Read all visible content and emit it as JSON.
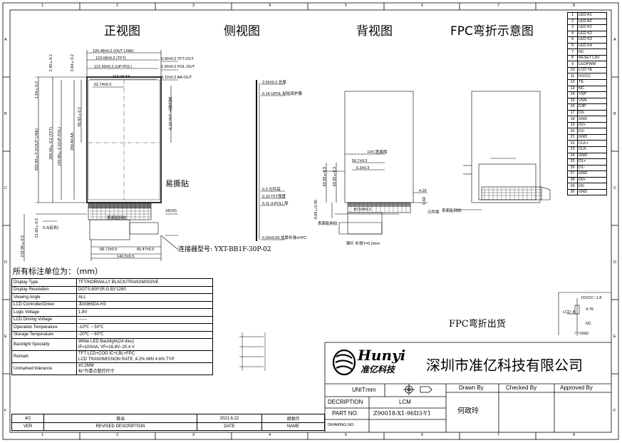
{
  "views": {
    "front_title": "正视图",
    "side_title": "侧视图",
    "back_title": "背视图",
    "fpc_title": "FPC弯折示意图"
  },
  "front_dims": {
    "top1": "125.48±0.2 (OUT LINE)",
    "top2": "123.68±0.2 (TFT)",
    "top3": "121.60±0.2 (UP-POL)",
    "top4": "119.28 AA",
    "top5": "62.74±0.2",
    "r1": "0.90±0.2 TFT-OUT",
    "r2": "1.90±0.2 POL-OUT",
    "r3": "3.10±0.2 AA-OUT",
    "r4": "0.23 TFT-上银边宽",
    "l1": "202.90±0.2(OUT LINE)",
    "l2": "200.00±0.2 (TFT)",
    "l3": "193.80±0.2(UP-POL)",
    "l4": "190.84 AA",
    "l5": "95.92±0.2",
    "lt1": "1.54±0.2",
    "lt2": "2.45±0.2",
    "lt3": "3.64±0.2",
    "peel": "易撕贴",
    "surface": "表面贴网纹",
    "b1": "68.72±0.5",
    "b2": "65.47±0.5",
    "b3": "140.5±0.5",
    "b4": "219.90±0.5",
    "b5": "21.60±0.5",
    "b6": "0.3(反折)",
    "b7": "18(±0)",
    "connector": "连接器型号: YXT-BB1F-30P-02"
  },
  "side_dims": {
    "s1": "2.50±0.2 总厚",
    "s2": "0.14 UPOL 粘贴保护膜",
    "s3": "0.3 元件高",
    "s4": "0.10 TFT厚度",
    "s5": "0.11 (LPOL) 厚",
    "s6": "0.30±0.05 加厚补强+FPC"
  },
  "back_dims": {
    "d1": "FPC宽面厚",
    "d2": "56.7±0.3",
    "d3": "6.3±0.3",
    "d4": "63.59±0.3",
    "d5": "63.50±0.3",
    "d6": "0.09±0.05",
    "d7": "±0.50±0.3",
    "d8": "4.29",
    "d9": "元件面",
    "d10": "表面贴网纹",
    "d11": "钢片 补强T=0.2mm",
    "d12": "0.60"
  },
  "fpc_dims": {
    "f1": "表面贴网纹",
    "f2": "FPC弯折出货"
  },
  "pins": [
    [
      "1",
      "LED A1"
    ],
    [
      "2",
      "LED A2"
    ],
    [
      "3",
      "LED K1"
    ],
    [
      "4",
      "LED K2"
    ],
    [
      "5",
      "LED K3"
    ],
    [
      "6",
      "LED K4"
    ],
    [
      "7",
      "NC"
    ],
    [
      "8",
      "RESET1.8V"
    ],
    [
      "9",
      "LEDPWM"
    ],
    [
      "10",
      "LCD TE"
    ],
    [
      "11",
      "IOVCC"
    ],
    [
      "12",
      "TE"
    ],
    [
      "13",
      "NC"
    ],
    [
      "14",
      "VSP"
    ],
    [
      "15",
      "VSN"
    ],
    [
      "16",
      "D3P"
    ],
    [
      "17",
      "D3-"
    ],
    [
      "18",
      "GND"
    ],
    [
      "19",
      "D2+"
    ],
    [
      "20",
      "D2-"
    ],
    [
      "21",
      "GND"
    ],
    [
      "22",
      "CLK+"
    ],
    [
      "23",
      "CLK-"
    ],
    [
      "24",
      "GND"
    ],
    [
      "25",
      "D1+"
    ],
    [
      "26",
      "D1-"
    ],
    [
      "27",
      "GND"
    ],
    [
      "28",
      "D0+"
    ],
    [
      "29",
      "D0-"
    ],
    [
      "30",
      "GND"
    ]
  ],
  "circuit": {
    "vcc": "IOVCC~1.8",
    "res": "4.7K",
    "node": "LCD_B",
    "nc": "NC",
    "gnd": "GND"
  },
  "spec_heading": "所有标注单位为：（mm）",
  "specs": [
    [
      "Display Type",
      "TFT/NORMALLY BLACK/TRANSMISSIVE"
    ],
    [
      "Display Resolution",
      "DOTS:800*(R.G.B)*1280"
    ],
    [
      "Viewing Angle",
      "ALL"
    ],
    [
      "LCD Controller/Driver",
      "JD9365DA-H3"
    ],
    [
      "Logic Voltage",
      "1.8V"
    ],
    [
      "LCD Driving Voltage",
      "------"
    ],
    [
      "Operation Temperature",
      "-10℃ ~ 50℃"
    ],
    [
      "Storage Temperature",
      "-20℃ ~ 60℃"
    ],
    [
      "Backlight Specialty",
      "White LED Backlight(24 dies)\nIF=100mA, VF=16.8V~20.4 V"
    ],
    [
      "Remark",
      "TFT LCD+COG IC+LBL+FPC\nLCD TRANSMISSION RATE ,4.2% MIN 4.6% TYP"
    ],
    [
      "Unmarked tolerance",
      "±0.2MM\n标*为重点管控尺寸"
    ]
  ],
  "revision": {
    "row": [
      "4/2",
      "首出",
      "2021.6.22",
      "胡政玲"
    ],
    "header": [
      "VER",
      "REVISED DESCRIPTION",
      "DATE",
      "NAME"
    ]
  },
  "title_block": {
    "logo_en": "Hunyi",
    "logo_cn": "准亿科技",
    "company": "深圳市准亿科技有限公司",
    "unit_label": "UNIT:mm",
    "desc_label": "DECRIPTION",
    "desc_value": "LCM",
    "part_label": "PART NO.",
    "part_value": "Z90018-X1-96D3-Y1",
    "drawing_label": "DRAWING NO.",
    "drawn_by": "Drawn By",
    "checked_by": "Checked By",
    "approved_by": "Approved By",
    "drawn_name": "何政玲"
  },
  "grid": {
    "cols": [
      "1",
      "2",
      "3",
      "4",
      "5",
      "6",
      "7",
      "8"
    ],
    "rows": [
      "A",
      "B",
      "C",
      "D",
      "E",
      "F"
    ]
  }
}
